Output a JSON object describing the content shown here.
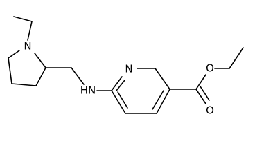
{
  "diagram": {
    "type": "chemical-structure",
    "atom_labels": {
      "pyrrolidine_n": "N",
      "pyridine_n": "N",
      "amine_nh": "HN",
      "ester_o_single": "O",
      "ester_o_double": "O"
    }
  }
}
